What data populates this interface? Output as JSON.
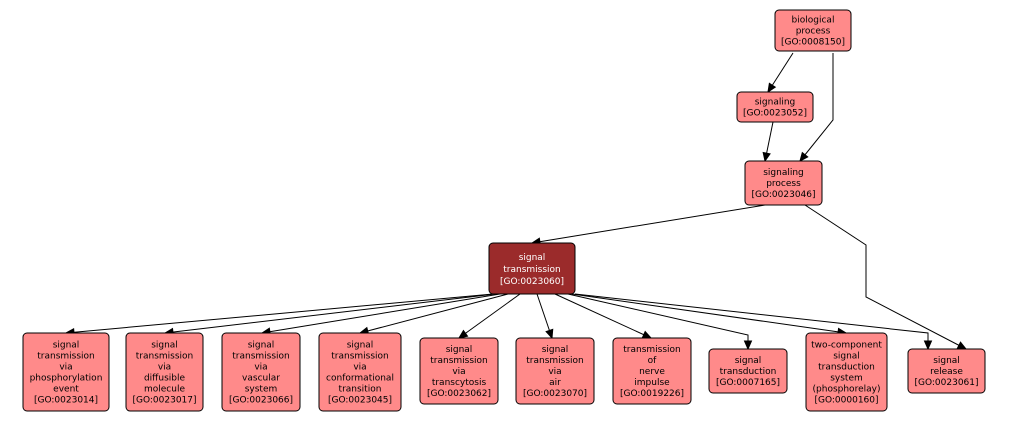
{
  "colors": {
    "node_fill": "#ff8a8a",
    "node_text": "#000000",
    "highlight_fill": "#9b2b2b",
    "highlight_text": "#ffffff",
    "edge": "#000000"
  },
  "nodes": [
    {
      "id": "GO:0008150",
      "lines": [
        "biological",
        "process",
        "[GO:0008150]"
      ],
      "highlight": false
    },
    {
      "id": "GO:0023052",
      "lines": [
        "signaling",
        "[GO:0023052]"
      ],
      "highlight": false
    },
    {
      "id": "GO:0023046",
      "lines": [
        "signaling",
        "process",
        "[GO:0023046]"
      ],
      "highlight": false
    },
    {
      "id": "GO:0023060",
      "lines": [
        "signal",
        "transmission",
        "[GO:0023060]"
      ],
      "highlight": true
    },
    {
      "id": "GO:0023014",
      "lines": [
        "signal",
        "transmission",
        "via",
        "phosphorylation",
        "event",
        "[GO:0023014]"
      ],
      "highlight": false
    },
    {
      "id": "GO:0023017",
      "lines": [
        "signal",
        "transmission",
        "via",
        "diffusible",
        "molecule",
        "[GO:0023017]"
      ],
      "highlight": false
    },
    {
      "id": "GO:0023066",
      "lines": [
        "signal",
        "transmission",
        "via",
        "vascular",
        "system",
        "[GO:0023066]"
      ],
      "highlight": false
    },
    {
      "id": "GO:0023045",
      "lines": [
        "signal",
        "transmission",
        "via",
        "conformational",
        "transition",
        "[GO:0023045]"
      ],
      "highlight": false
    },
    {
      "id": "GO:0023062",
      "lines": [
        "signal",
        "transmission",
        "via",
        "transcytosis",
        "[GO:0023062]"
      ],
      "highlight": false
    },
    {
      "id": "GO:0023070",
      "lines": [
        "signal",
        "transmission",
        "via",
        "air",
        "[GO:0023070]"
      ],
      "highlight": false
    },
    {
      "id": "GO:0019226",
      "lines": [
        "transmission",
        "of",
        "nerve",
        "impulse",
        "[GO:0019226]"
      ],
      "highlight": false
    },
    {
      "id": "GO:0007165",
      "lines": [
        "signal",
        "transduction",
        "[GO:0007165]"
      ],
      "highlight": false
    },
    {
      "id": "GO:0000160",
      "lines": [
        "two-component",
        "signal",
        "transduction",
        "system",
        "(phosphorelay)",
        "[GO:0000160]"
      ],
      "highlight": false
    },
    {
      "id": "GO:0023061",
      "lines": [
        "signal",
        "release",
        "[GO:0023061]"
      ],
      "highlight": false
    }
  ],
  "edges": [
    {
      "from": "GO:0008150",
      "to": "GO:0023052"
    },
    {
      "from": "GO:0008150",
      "to": "GO:0023046"
    },
    {
      "from": "GO:0023052",
      "to": "GO:0023046"
    },
    {
      "from": "GO:0023046",
      "to": "GO:0023060"
    },
    {
      "from": "GO:0023046",
      "to": "GO:0023061"
    },
    {
      "from": "GO:0023060",
      "to": "GO:0023014"
    },
    {
      "from": "GO:0023060",
      "to": "GO:0023017"
    },
    {
      "from": "GO:0023060",
      "to": "GO:0023066"
    },
    {
      "from": "GO:0023060",
      "to": "GO:0023045"
    },
    {
      "from": "GO:0023060",
      "to": "GO:0023062"
    },
    {
      "from": "GO:0023060",
      "to": "GO:0023070"
    },
    {
      "from": "GO:0023060",
      "to": "GO:0019226"
    },
    {
      "from": "GO:0023060",
      "to": "GO:0007165"
    },
    {
      "from": "GO:0023060",
      "to": "GO:0000160"
    },
    {
      "from": "GO:0023060",
      "to": "GO:0023061"
    }
  ]
}
